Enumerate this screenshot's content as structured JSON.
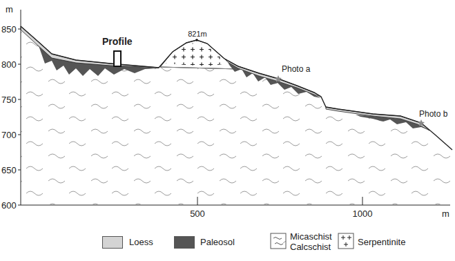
{
  "diagram": {
    "labels": [
      "m",
      "850",
      "800",
      "750",
      "700",
      "650",
      "600",
      "500",
      "1000",
      "m",
      "Profile",
      "821m",
      "Photo a",
      "Photo b"
    ],
    "legend": [
      {
        "text": "Loess",
        "color": "#d4d4d4"
      },
      {
        "text": "Paleosol",
        "color": "#555555"
      },
      {
        "text": "Micaschist Calcschist"
      },
      {
        "text": "Serpentinite"
      }
    ]
  }
}
